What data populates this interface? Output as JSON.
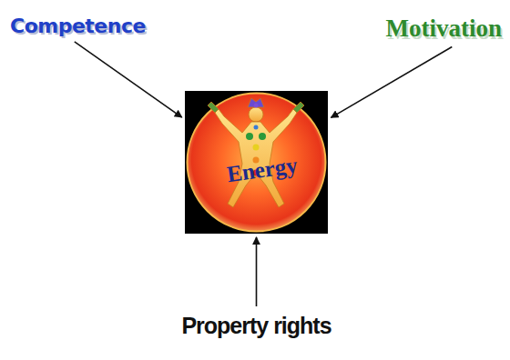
{
  "diagram": {
    "nodes": [
      {
        "text": [
          "Competence"
        ]
      },
      {
        "text": [
          "Motivation"
        ]
      },
      {
        "text": [
          "Energy"
        ]
      },
      {
        "text": [
          "Property rights"
        ]
      }
    ],
    "edges": [
      {
        "from": 0,
        "to": 2,
        "arrow": "to"
      },
      {
        "from": 1,
        "to": 2,
        "arrow": "to"
      },
      {
        "from": 3,
        "to": 2,
        "arrow": "to"
      }
    ]
  }
}
